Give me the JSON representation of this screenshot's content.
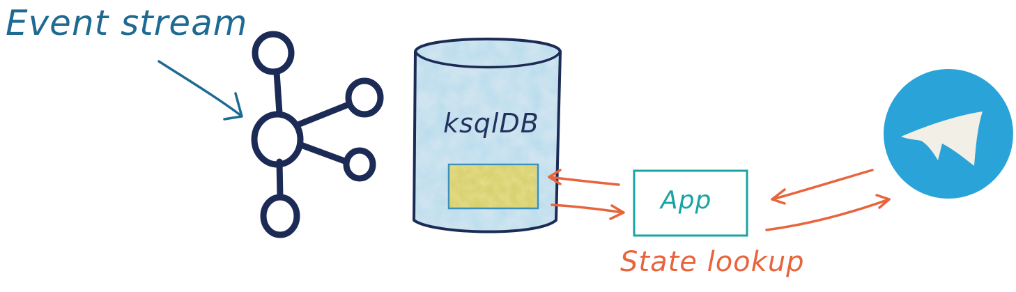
{
  "labels": {
    "event_stream": "Event stream",
    "database": "ksqlDB",
    "app": "App",
    "state_lookup": "State lookup"
  },
  "colors": {
    "event_stream_text": "#1e6a93",
    "kafka_stroke": "#1b2b55",
    "database_stroke": "#1b2b55",
    "database_fill": "#b9d8e8",
    "state_store_fill": "#c8bf52",
    "app_box": "#19a3a3",
    "arrows": "#e8643c",
    "telegram_bg": "#2aa3d8",
    "telegram_plane": "#f2efe6"
  },
  "icons": {
    "stream_source": "kafka-icon",
    "messenger": "telegram-icon"
  }
}
